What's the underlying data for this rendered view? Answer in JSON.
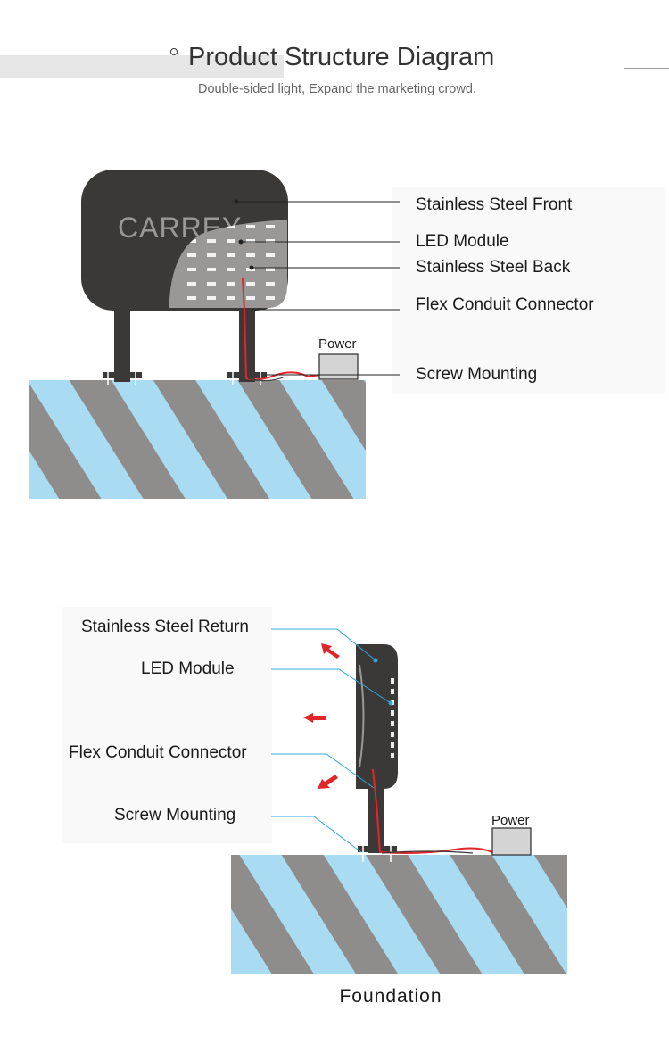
{
  "header": {
    "title": "Product Structure Diagram",
    "subtitle": "Double-sided light,   Expand the marketing crowd."
  },
  "diagram_front": {
    "sign_text": "CARREY",
    "labels": [
      "Stainless Steel Front",
      "LED Module",
      "Stainless Steel Back",
      "Flex Conduit Connector",
      "Screw Mounting"
    ],
    "power_label": "Power"
  },
  "diagram_side": {
    "labels": [
      "Stainless Steel Return",
      "LED Module",
      "Flex Conduit Connector",
      "Screw Mounting"
    ],
    "power_label": "Power",
    "foundation_label": "Foundation"
  },
  "colors": {
    "sign_body": "#3b3938",
    "water": "#a9dcf3",
    "stripe": "#8f8d8c",
    "wire": "#e0262a",
    "leader_front": "#222222",
    "leader_side": "#33a9dc",
    "arrow": "#e0262a"
  }
}
